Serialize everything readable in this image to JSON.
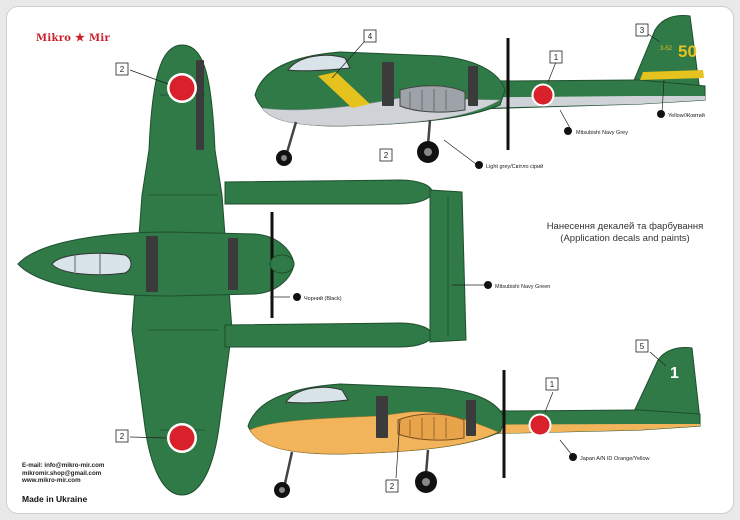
{
  "logo": {
    "text_left": "Mikro",
    "text_right": "Mir",
    "star": "★"
  },
  "title": {
    "line1": "Нанесення декалей та фарбування",
    "line2": "(Application decals and paints)"
  },
  "contacts": {
    "line1": "E-mail: info@mikro-mir.com",
    "line2": "mikromir.shop@gmail.com",
    "line3": "www.mikro-mir.com"
  },
  "footer": {
    "made_in": "Made in Ukraine"
  },
  "callouts": {
    "c1": "1",
    "c2": "2",
    "c3": "3",
    "c4": "4",
    "c5": "5"
  },
  "paints": {
    "navy_grey": "Mitsubishi Navy Grey",
    "light_grey": "Light grey/Світло сірий",
    "yellow": "Yellow/Жовтий",
    "black": "Чорний (Black)",
    "navy_green": "Mitsubishi Navy Green",
    "orange_yellow": "Japan A/N ID Orange/Yellow"
  },
  "tail_codes": {
    "top_profile": "50",
    "top_profile_small": "3-52",
    "bottom_profile": "1"
  },
  "colors": {
    "green": "#2f7a46",
    "green_dark": "#235e36",
    "grey": "#cfd2d6",
    "yellow": "#e6c21f",
    "orange": "#f2b45a",
    "hinomaru": "#d9212b",
    "black": "#111111"
  }
}
